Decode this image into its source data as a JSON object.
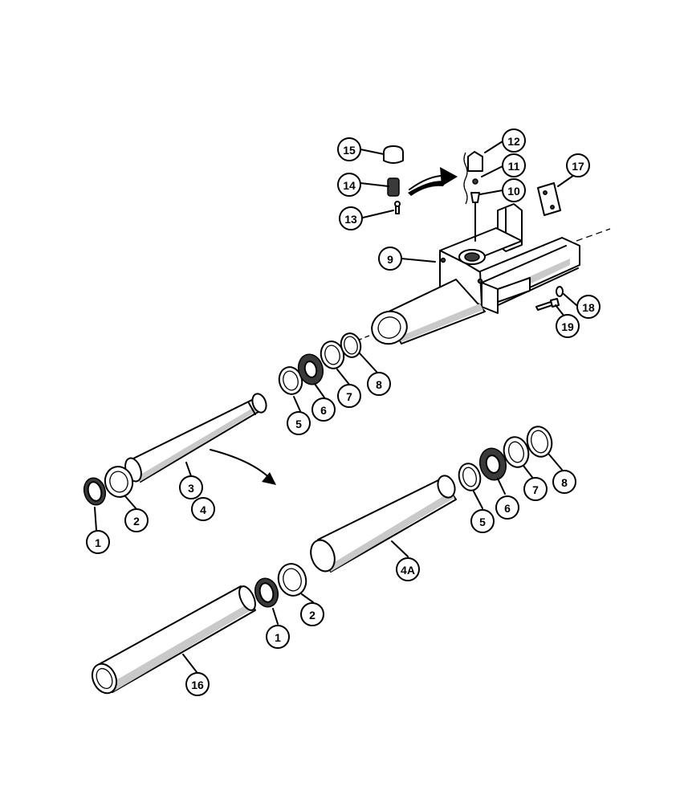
{
  "callouts": [
    {
      "label": "15"
    },
    {
      "label": "12"
    },
    {
      "label": "11"
    },
    {
      "label": "14"
    },
    {
      "label": "10"
    },
    {
      "label": "17"
    },
    {
      "label": "13"
    },
    {
      "label": "9"
    },
    {
      "label": "18"
    },
    {
      "label": "19"
    },
    {
      "label": "8"
    },
    {
      "label": "7"
    },
    {
      "label": "6"
    },
    {
      "label": "5"
    },
    {
      "label": "3"
    },
    {
      "label": "4"
    },
    {
      "label": "2"
    },
    {
      "label": "1"
    },
    {
      "label": "8"
    },
    {
      "label": "7"
    },
    {
      "label": "6"
    },
    {
      "label": "5"
    },
    {
      "label": "4A"
    },
    {
      "label": "2"
    },
    {
      "label": "1"
    },
    {
      "label": "16"
    }
  ]
}
